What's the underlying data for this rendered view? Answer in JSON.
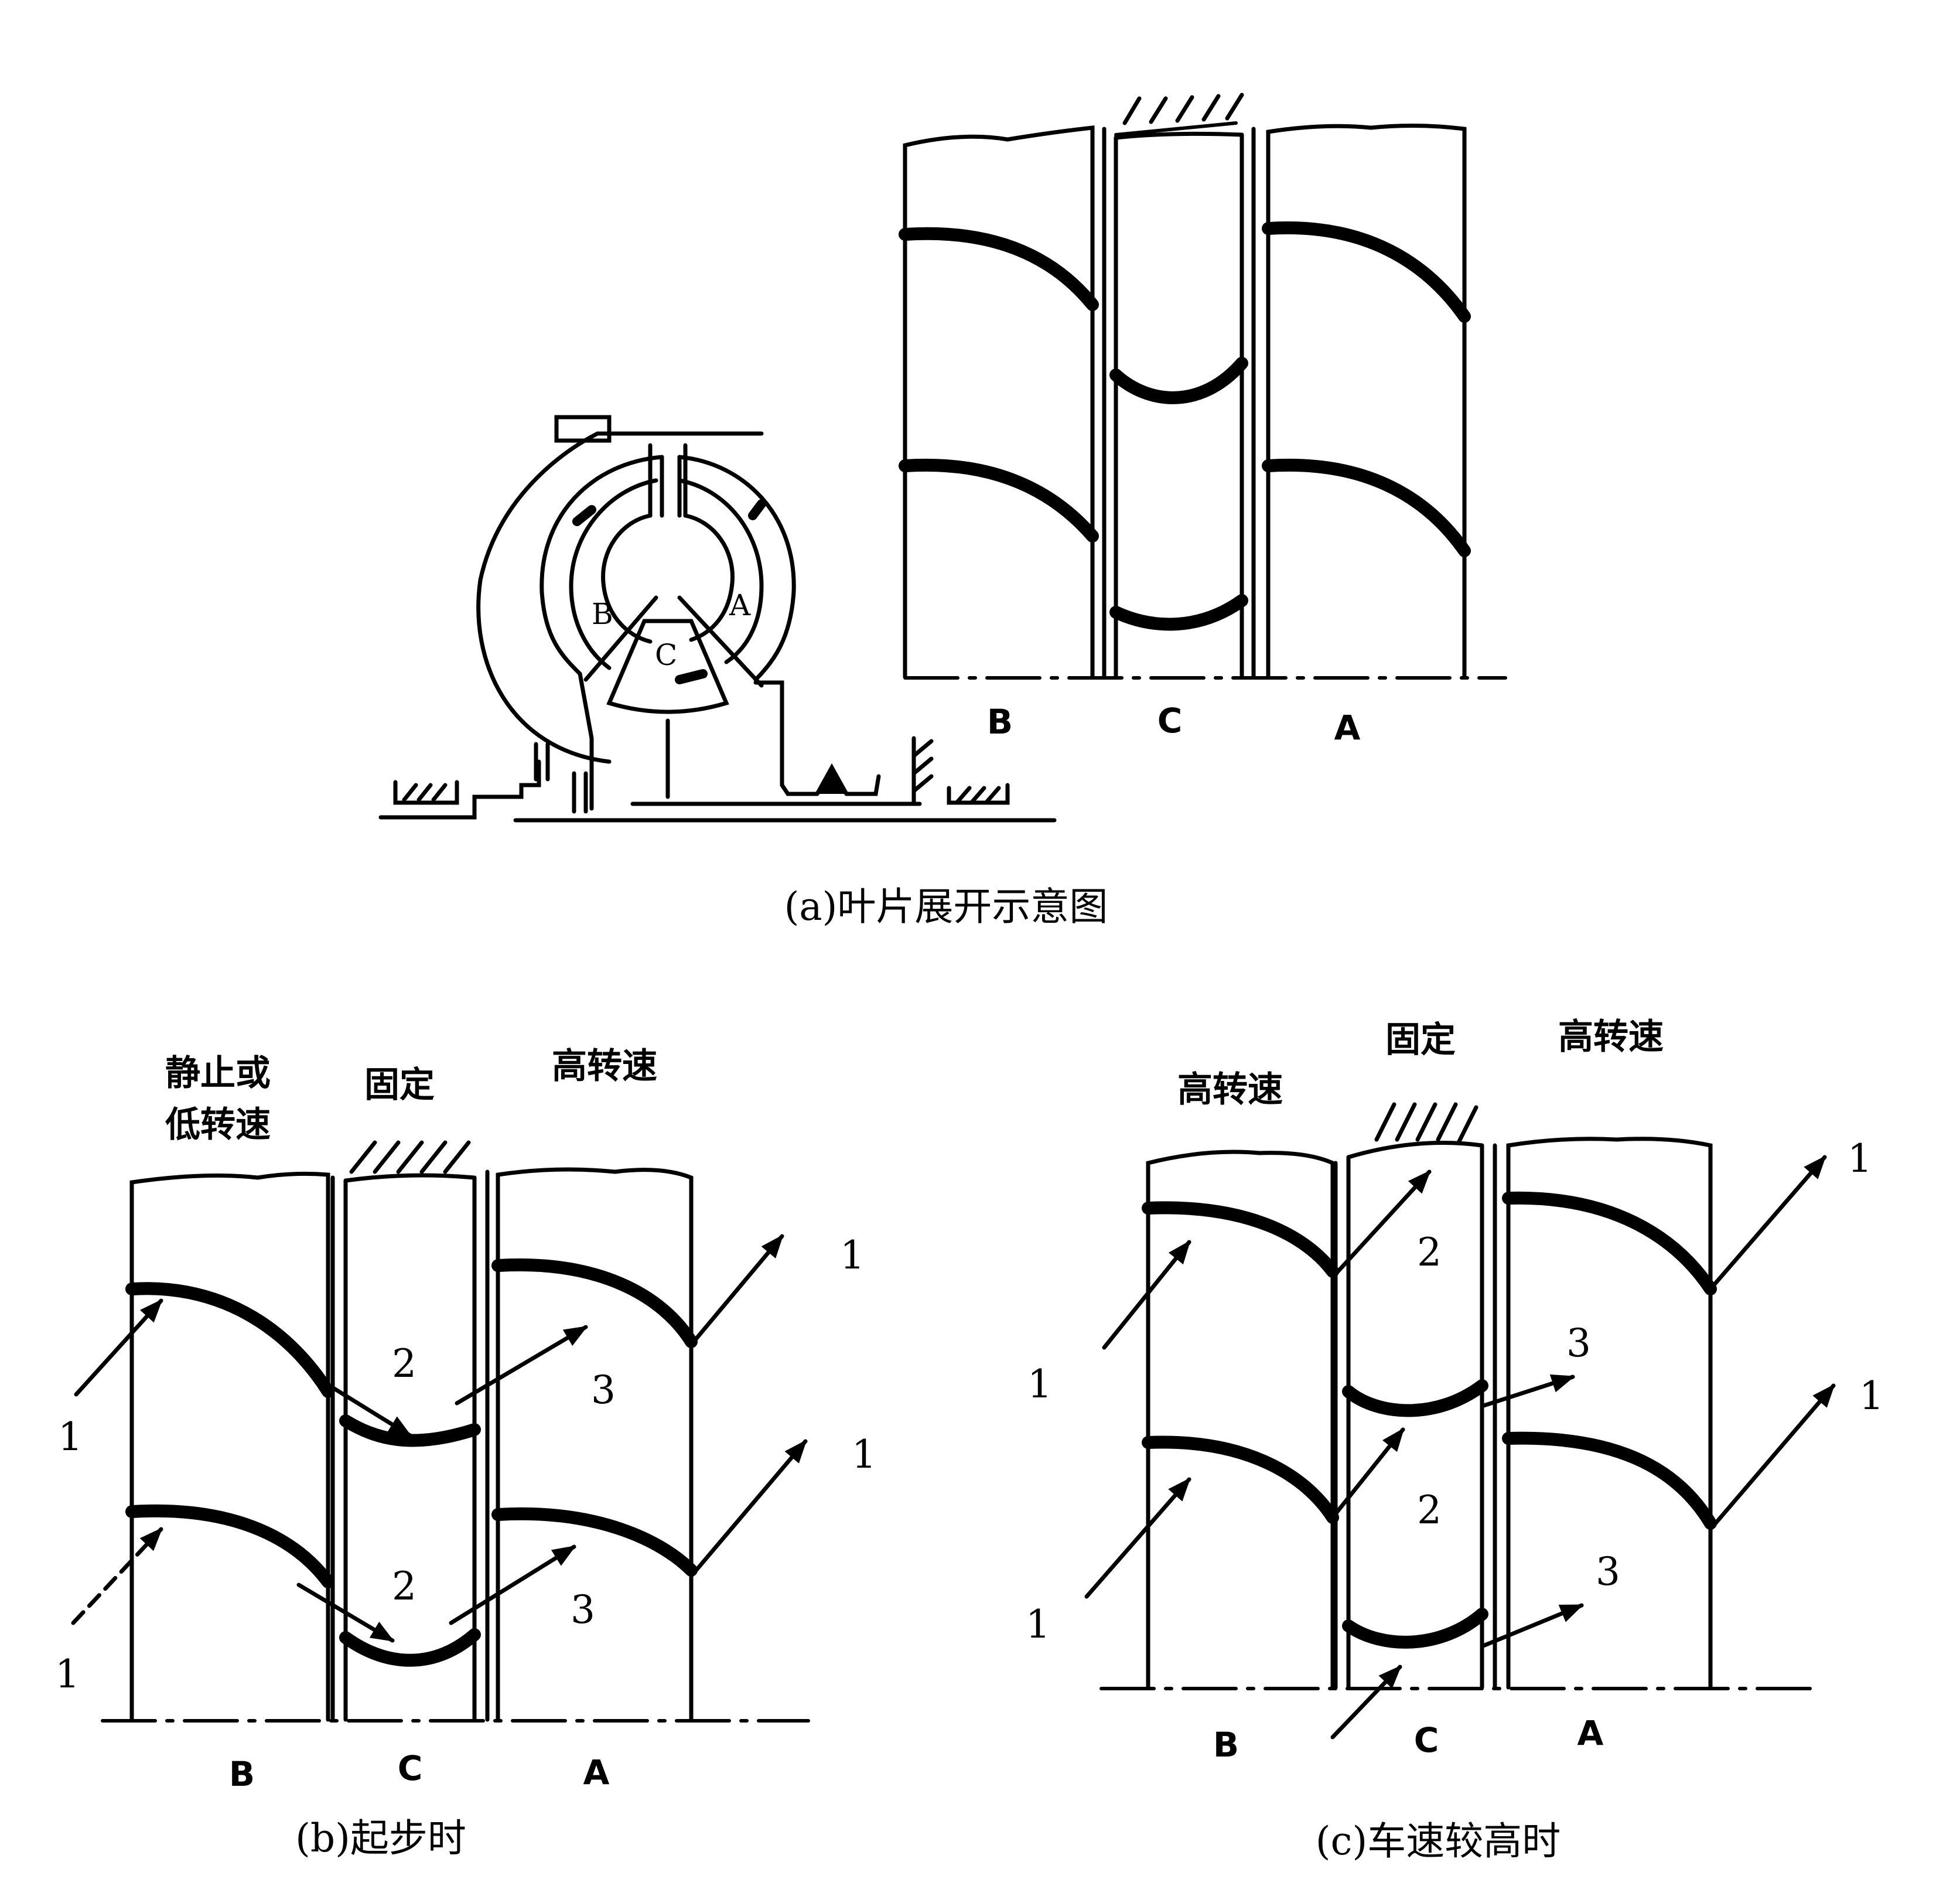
{
  "panel_a": {
    "caption": "(a)叶片展开示意图",
    "ring_labels": {
      "b": "B",
      "c": "C",
      "a": "A"
    },
    "column_labels": {
      "b": "B",
      "c": "C",
      "a": "A"
    }
  },
  "panel_b": {
    "caption": "(b)起步时",
    "state_b_line1": "静止或",
    "state_b_line2": "低转速",
    "state_c": "固定",
    "state_a": "高转速",
    "flow_1": "1",
    "flow_2": "2",
    "flow_3": "3",
    "column_labels": {
      "b": "B",
      "c": "C",
      "a": "A"
    }
  },
  "panel_c": {
    "caption": "(c)车速较高时",
    "state_b": "高转速",
    "state_c": "固定",
    "state_a": "高转速",
    "flow_1": "1",
    "flow_2": "2",
    "flow_3": "3",
    "column_labels": {
      "b": "B",
      "c": "C",
      "a": "A"
    }
  }
}
